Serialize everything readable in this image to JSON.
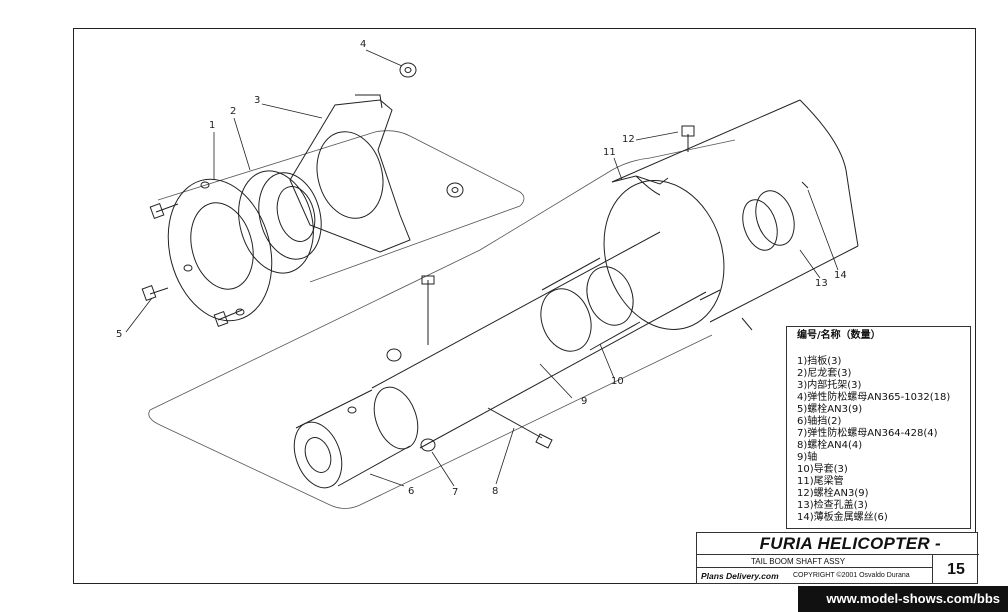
{
  "callouts": [
    "1",
    "2",
    "3",
    "4",
    "5",
    "6",
    "7",
    "8",
    "9",
    "10",
    "11",
    "12",
    "13",
    "14"
  ],
  "legend": {
    "header": "编号/名称（数量）",
    "items": [
      "1)挡板(3)",
      "2)尼龙套(3)",
      "3)内部托架(3)",
      "4)弹性防松螺母AN365-1032(18)",
      "5)螺栓AN3(9)",
      "6)轴挡(2)",
      "7)弹性防松螺母AN364-428(4)",
      "8)螺栓AN4(4)",
      "9)轴",
      "10)导套(3)",
      "11)尾梁管",
      "12)螺栓AN3(9)",
      "13)检查孔盖(3)",
      "14)薄板金属螺丝(6)"
    ]
  },
  "title_block": {
    "title": "FURIA HELICOPTER -",
    "subtitle": "TAIL BOOM SHAFT ASSY",
    "publisher": "Plans Delivery.com",
    "copyright": "COPYRIGHT ©2001 Osvaldo Durana",
    "page": "15"
  },
  "watermark": "www.model-shows.com/bbs"
}
